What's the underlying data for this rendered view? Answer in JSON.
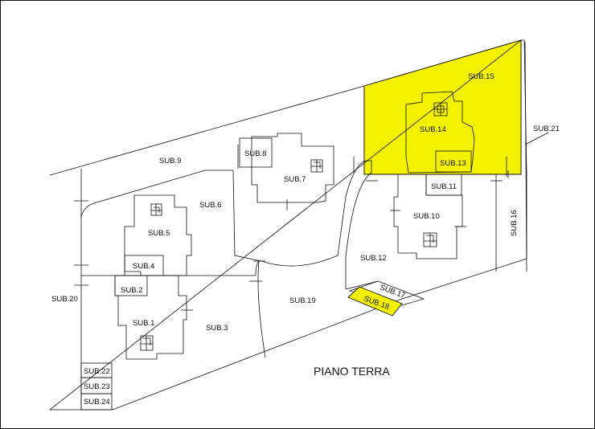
{
  "title": "PIANO TERRA",
  "highlight_color": "#f4f200",
  "units": {
    "sub1": "SUB.1",
    "sub2": "SUB.2",
    "sub3": "SUB.3",
    "sub4": "SUB.4",
    "sub5": "SUB.5",
    "sub6": "SUB.6",
    "sub7": "SUB.7",
    "sub8": "SUB.8",
    "sub9": "SUB.9",
    "sub10": "SUB.10",
    "sub11": "SUB.11",
    "sub12": "SUB.12",
    "sub13": "SUB.13",
    "sub14": "SUB.14",
    "sub15": "SUB.15",
    "sub16": "SUB.16",
    "sub17": "SUB.17",
    "sub18": "SUB.18",
    "sub19": "SUB.19",
    "sub20": "SUB.20",
    "sub21": "SUB.21",
    "sub22": "SUB.22",
    "sub23": "SUB.23",
    "sub24": "SUB.24"
  },
  "highlighted_units": [
    "SUB.15",
    "SUB.18"
  ]
}
